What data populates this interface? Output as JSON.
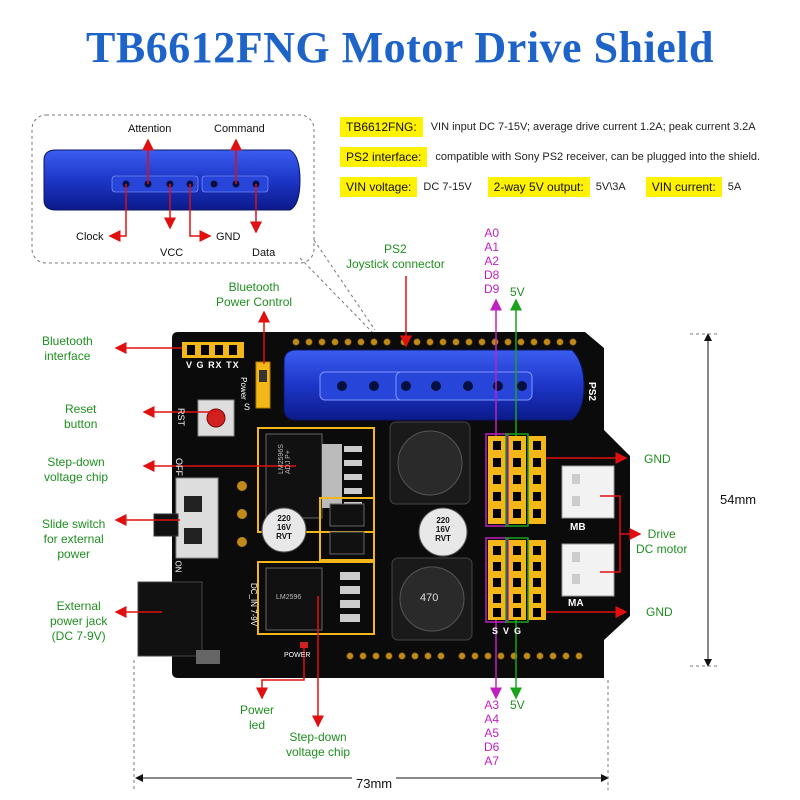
{
  "title": "TB6612FNG Motor Drive Shield",
  "specs": [
    {
      "key": "TB6612FNG:",
      "text": "VIN input DC 7-15V; average drive current 1.2A; peak current 3.2A"
    },
    {
      "key": "PS2 interface:",
      "text": "compatible with Sony PS2 receiver, can be plugged into the shield."
    }
  ],
  "spec_row3": [
    {
      "key": "VIN voltage:",
      "text": "DC 7-15V"
    },
    {
      "key": "2-way 5V output:",
      "text": "5V\\3A"
    },
    {
      "key": "VIN current:",
      "text": "5A"
    }
  ],
  "connector_labels": {
    "attention": "Attention",
    "command": "Command",
    "clock": "Clock",
    "vcc": "VCC",
    "gnd": "GND",
    "data": "Data"
  },
  "labels": {
    "ps2_joystick": "PS2\nJoystick connector",
    "bt_power": "Bluetooth\nPower Control",
    "bt_interface": "Bluetooth\ninterface",
    "reset": "Reset\nbutton",
    "stepdown_chip_left": "Step-down\nvoltage chip",
    "slide_switch": "Slide switch\nfor external\npower",
    "power_jack": "External\npower jack\n(DC 7-9V)",
    "power_led": "Power\nled",
    "stepdown_chip_bottom": "Step-down\nvoltage chip",
    "gnd_top": "GND",
    "gnd_bottom": "GND",
    "drive_motor": "Drive\nDC motor"
  },
  "pins_top": [
    "A0",
    "A1",
    "A2",
    "D8",
    "D9"
  ],
  "pins_bottom": [
    "A3",
    "A4",
    "A5",
    "D6",
    "A7"
  ],
  "five_v": "5V",
  "dimensions": {
    "height": "54mm",
    "width": "73mm"
  },
  "pcb_text": {
    "v": "V",
    "g": "G",
    "rx": "RX",
    "tx": "TX",
    "rst": "RST",
    "off": "OFF",
    "power": "Power",
    "s_label": "S",
    "ps2": "PS2",
    "mb": "MB",
    "ma": "MA",
    "dc_in": "DC_IN 7-9V",
    "on": "ON",
    "power_led_txt": "POWER",
    "svg_bottom": "S  V  G",
    "cap1": "220\n16V\nRVT",
    "cap2": "220\n16V\nRVT",
    "inductor": "470",
    "chip_top": "LM2596S\nADJ P+",
    "chip_bottom": "LM2596"
  },
  "colors": {
    "title": "#1e63c8",
    "label_green": "#1f8f1f",
    "pin_magenta": "#c020c0",
    "arrow_red": "#e01010",
    "highlight": "#fff200"
  }
}
